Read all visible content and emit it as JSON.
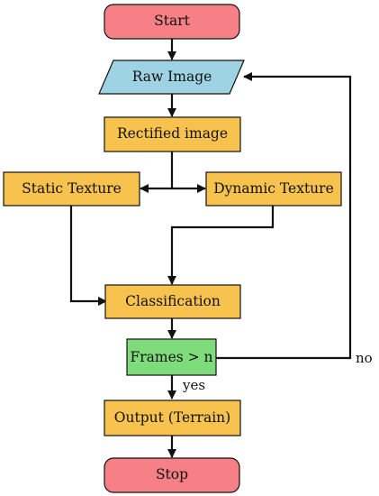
{
  "nodes": {
    "start": {
      "label": "Start",
      "color": "#f77f86"
    },
    "raw_image": {
      "label": "Raw Image",
      "color": "#9ed3e3"
    },
    "rectified_image": {
      "label": "Rectified image",
      "color": "#f7c24e"
    },
    "static_texture": {
      "label": "Static Texture",
      "color": "#f7c24e"
    },
    "dynamic_texture": {
      "label": "Dynamic Texture",
      "color": "#f7c24e"
    },
    "classification": {
      "label": "Classification",
      "color": "#f7c24e"
    },
    "frames": {
      "label": "Frames > n",
      "color": "#7fdc7b"
    },
    "output": {
      "label": "Output (Terrain)",
      "color": "#f7c24e"
    },
    "stop": {
      "label": "Stop",
      "color": "#f77f86"
    }
  },
  "edges": {
    "yes_label": "yes",
    "no_label": "no"
  }
}
